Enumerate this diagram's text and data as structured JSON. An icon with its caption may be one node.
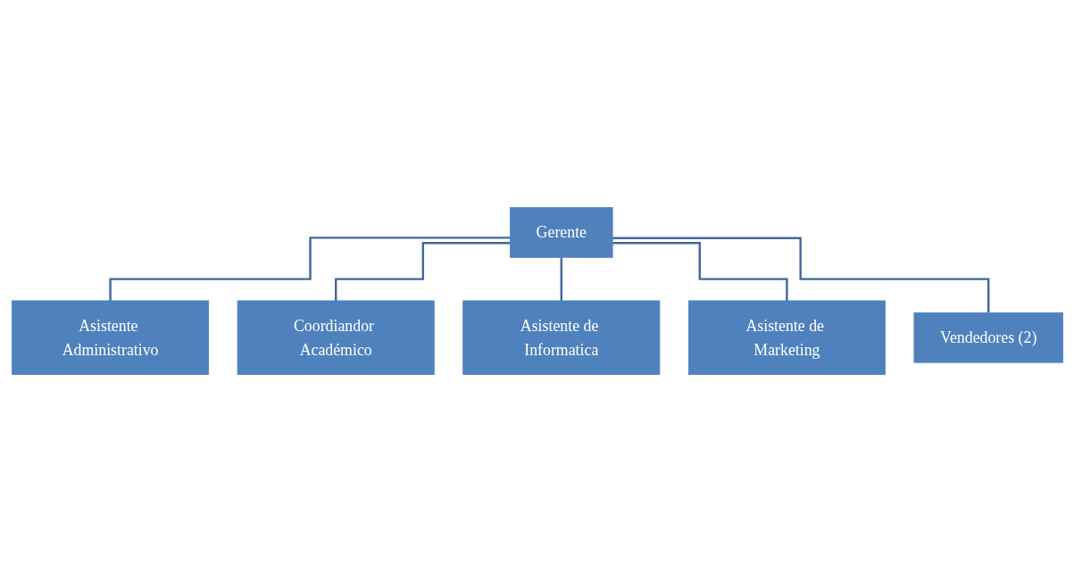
{
  "diagram": {
    "nodes": [
      {
        "text": [
          "Gerente"
        ]
      },
      {
        "text": [
          "Asistente Administrativo"
        ]
      },
      {
        "text": [
          "Coordiandor Académico"
        ]
      },
      {
        "text": [
          "Asistente de Informatica"
        ]
      },
      {
        "text": [
          "Asistente de Marketing"
        ]
      },
      {
        "text": [
          "Vendedores (2)"
        ]
      }
    ],
    "edges": [
      {
        "from": 0,
        "to": 1,
        "arrow": "none"
      },
      {
        "from": 0,
        "to": 2,
        "arrow": "none"
      },
      {
        "from": 0,
        "to": 3,
        "arrow": "none"
      },
      {
        "from": 0,
        "to": 4,
        "arrow": "none"
      },
      {
        "from": 0,
        "to": 5,
        "arrow": "none"
      }
    ]
  }
}
